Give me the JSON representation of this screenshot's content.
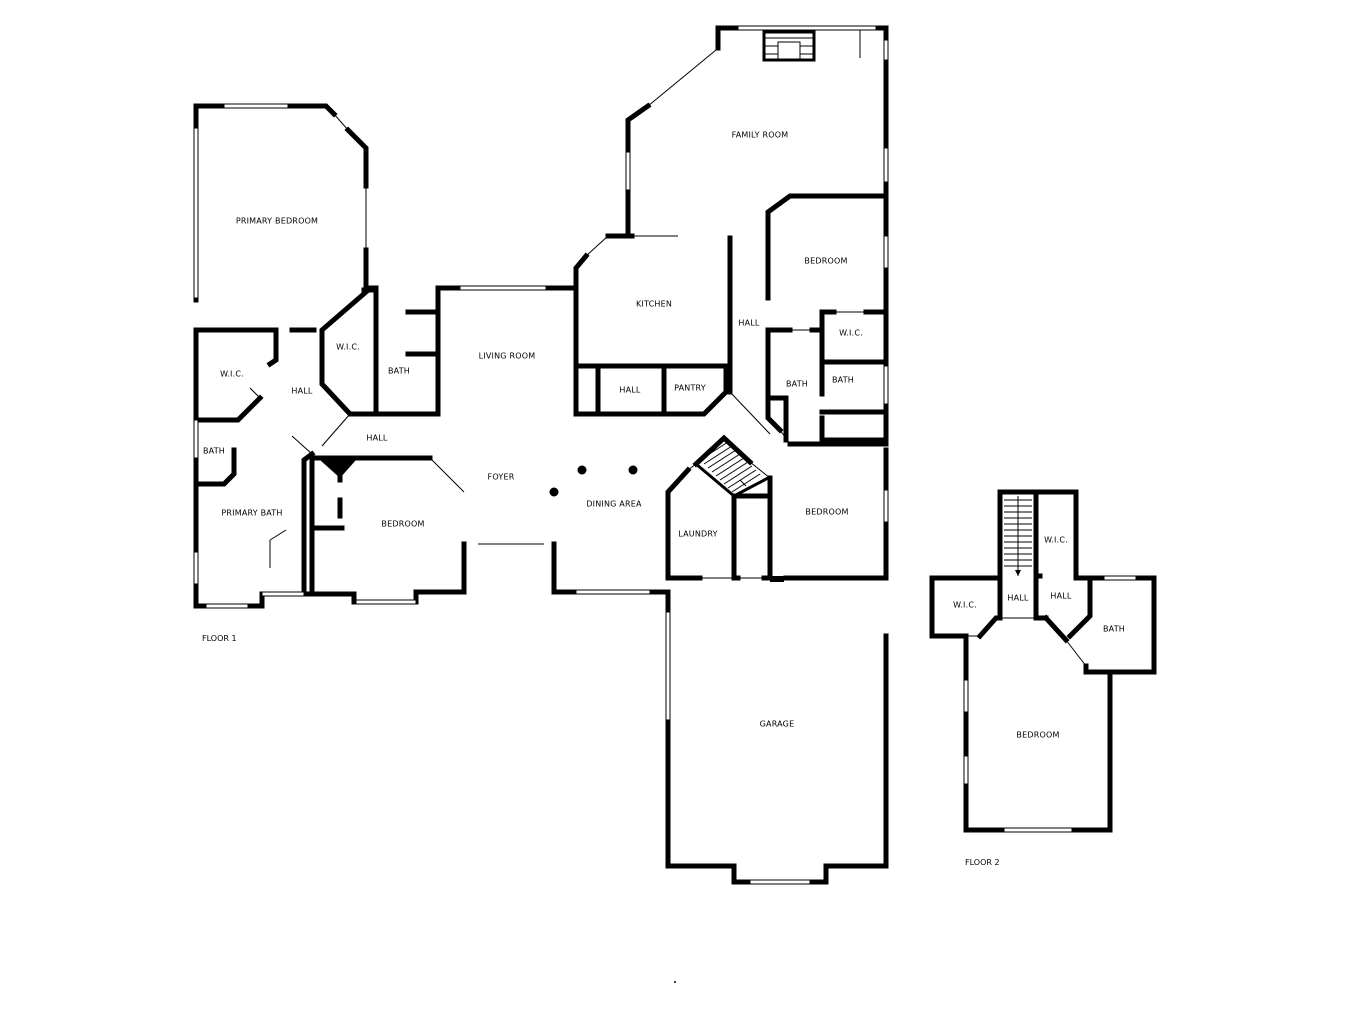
{
  "floor_labels": {
    "floor1": "FLOOR 1",
    "floor2": "FLOOR 2"
  },
  "rooms": {
    "family_room": "FAMILY ROOM",
    "primary_bedroom": "PRIMARY BEDROOM",
    "bedroom_east_upper": "BEDROOM",
    "kitchen": "KITCHEN",
    "hall_east": "HALL",
    "wic_east": "W.I.C.",
    "wic_primary_closet": "W.I.C.",
    "living_room": "LIVING ROOM",
    "wic_west": "W.I.C.",
    "bath_center": "BATH",
    "hall_west": "HALL",
    "hall_kitchen": "HALL",
    "pantry": "PANTRY",
    "bath_east_a": "BATH",
    "bath_east_b": "BATH",
    "hall_foyer": "HALL",
    "bath_west": "BATH",
    "foyer": "FOYER",
    "dining_area": "DINING AREA",
    "primary_bath": "PRIMARY BATH",
    "bedroom_center": "BEDROOM",
    "laundry": "LAUNDRY",
    "bedroom_east_lower": "BEDROOM",
    "garage": "GARAGE",
    "f2_wic_top": "W.I.C.",
    "f2_wic_left": "W.I.C.",
    "f2_hall_a": "HALL",
    "f2_hall_b": "HALL",
    "f2_bath": "BATH",
    "f2_bedroom": "BEDROOM"
  }
}
